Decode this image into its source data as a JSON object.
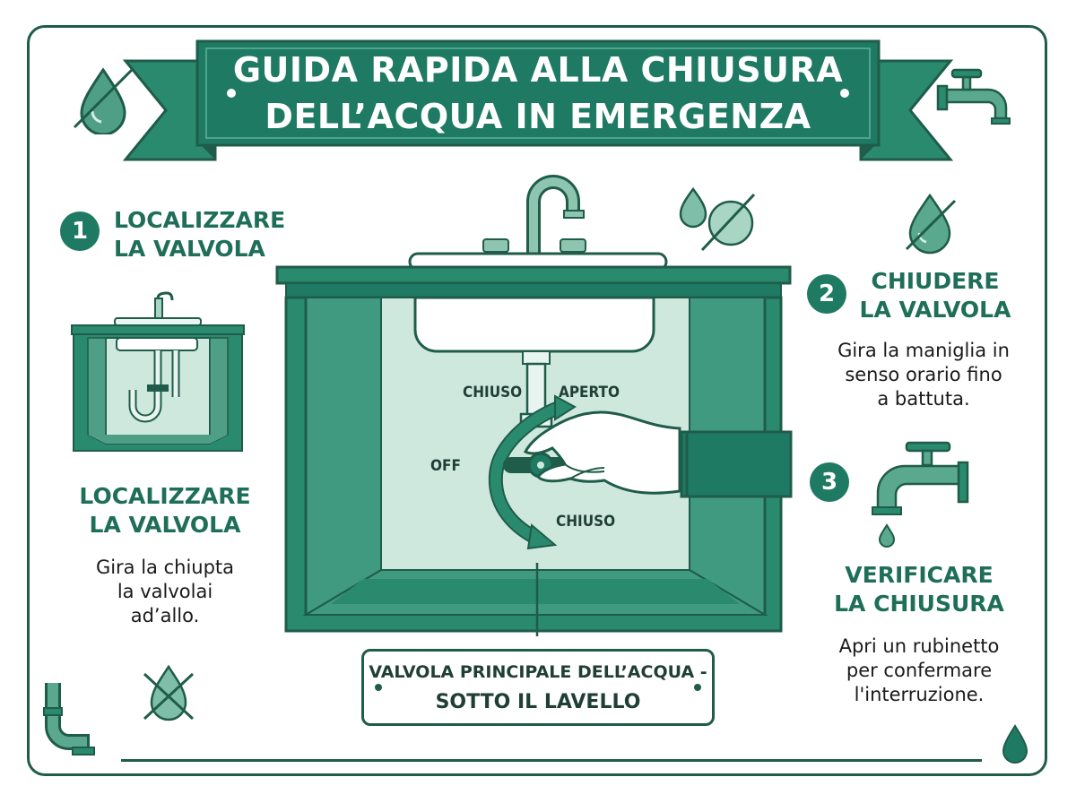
{
  "header": {
    "title_line1": "GUIDA RAPIDA ALLA CHIUSURA",
    "title_line2": "DELL’ACQUA IN EMERGENZA"
  },
  "steps": [
    {
      "number": "1",
      "title_line1": "LOCALIZZARE",
      "title_line2": "LA VALVOLA"
    },
    {
      "number": "2",
      "title_line1": "CHIUDERE",
      "title_line2": "LA VALVOLA",
      "text_line1": "Gira la maniglia in",
      "text_line2": "senso orario fino",
      "text_line3": "a battuta."
    },
    {
      "number": "3",
      "title_line1": "VERIFICARE",
      "title_line2": "LA CHIUSURA",
      "text_line1": "Apri un rubinetto",
      "text_line2": "per confermare",
      "text_line3": "l'interruzione."
    }
  ],
  "left_block": {
    "title_line1": "LOCALIZZARE",
    "title_line2": "LA VALVOLA",
    "text_line1": "Gira la chiupta",
    "text_line2": "la valvolai",
    "text_line3": "ad’allo."
  },
  "valve_labels": {
    "closed_top": "CHIUSO",
    "open_top": "APERTO",
    "off": "OFF",
    "closed_bottom": "CHIUSO"
  },
  "caption": {
    "line1": "VALVOLA PRINCIPALE DELL’ACQUA -",
    "line2": "SOTTO IL LAVELLO"
  },
  "colors": {
    "dark_green": "#1f5c49",
    "teal": "#2a8a6e",
    "light_teal": "#a8d5c4",
    "pale_teal": "#cfe8de"
  }
}
